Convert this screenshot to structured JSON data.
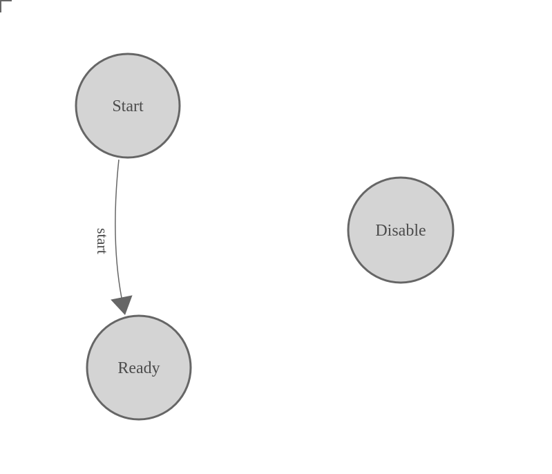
{
  "canvas": {
    "background": "#ffffff",
    "corner_mark_color": "#666666"
  },
  "colors": {
    "node_fill": "#d4d4d4",
    "node_stroke": "#666666",
    "node_text": "#4c4c4c",
    "edge_stroke": "#666666",
    "arrowhead_fill": "#666666",
    "edge_label_text": "#4c4c4c"
  },
  "nodes": [
    {
      "id": "start",
      "label": "Start"
    },
    {
      "id": "ready",
      "label": "Ready"
    },
    {
      "id": "disable",
      "label": "Disable"
    }
  ],
  "edges": [
    {
      "from": "start",
      "to": "ready",
      "label": "start"
    }
  ]
}
